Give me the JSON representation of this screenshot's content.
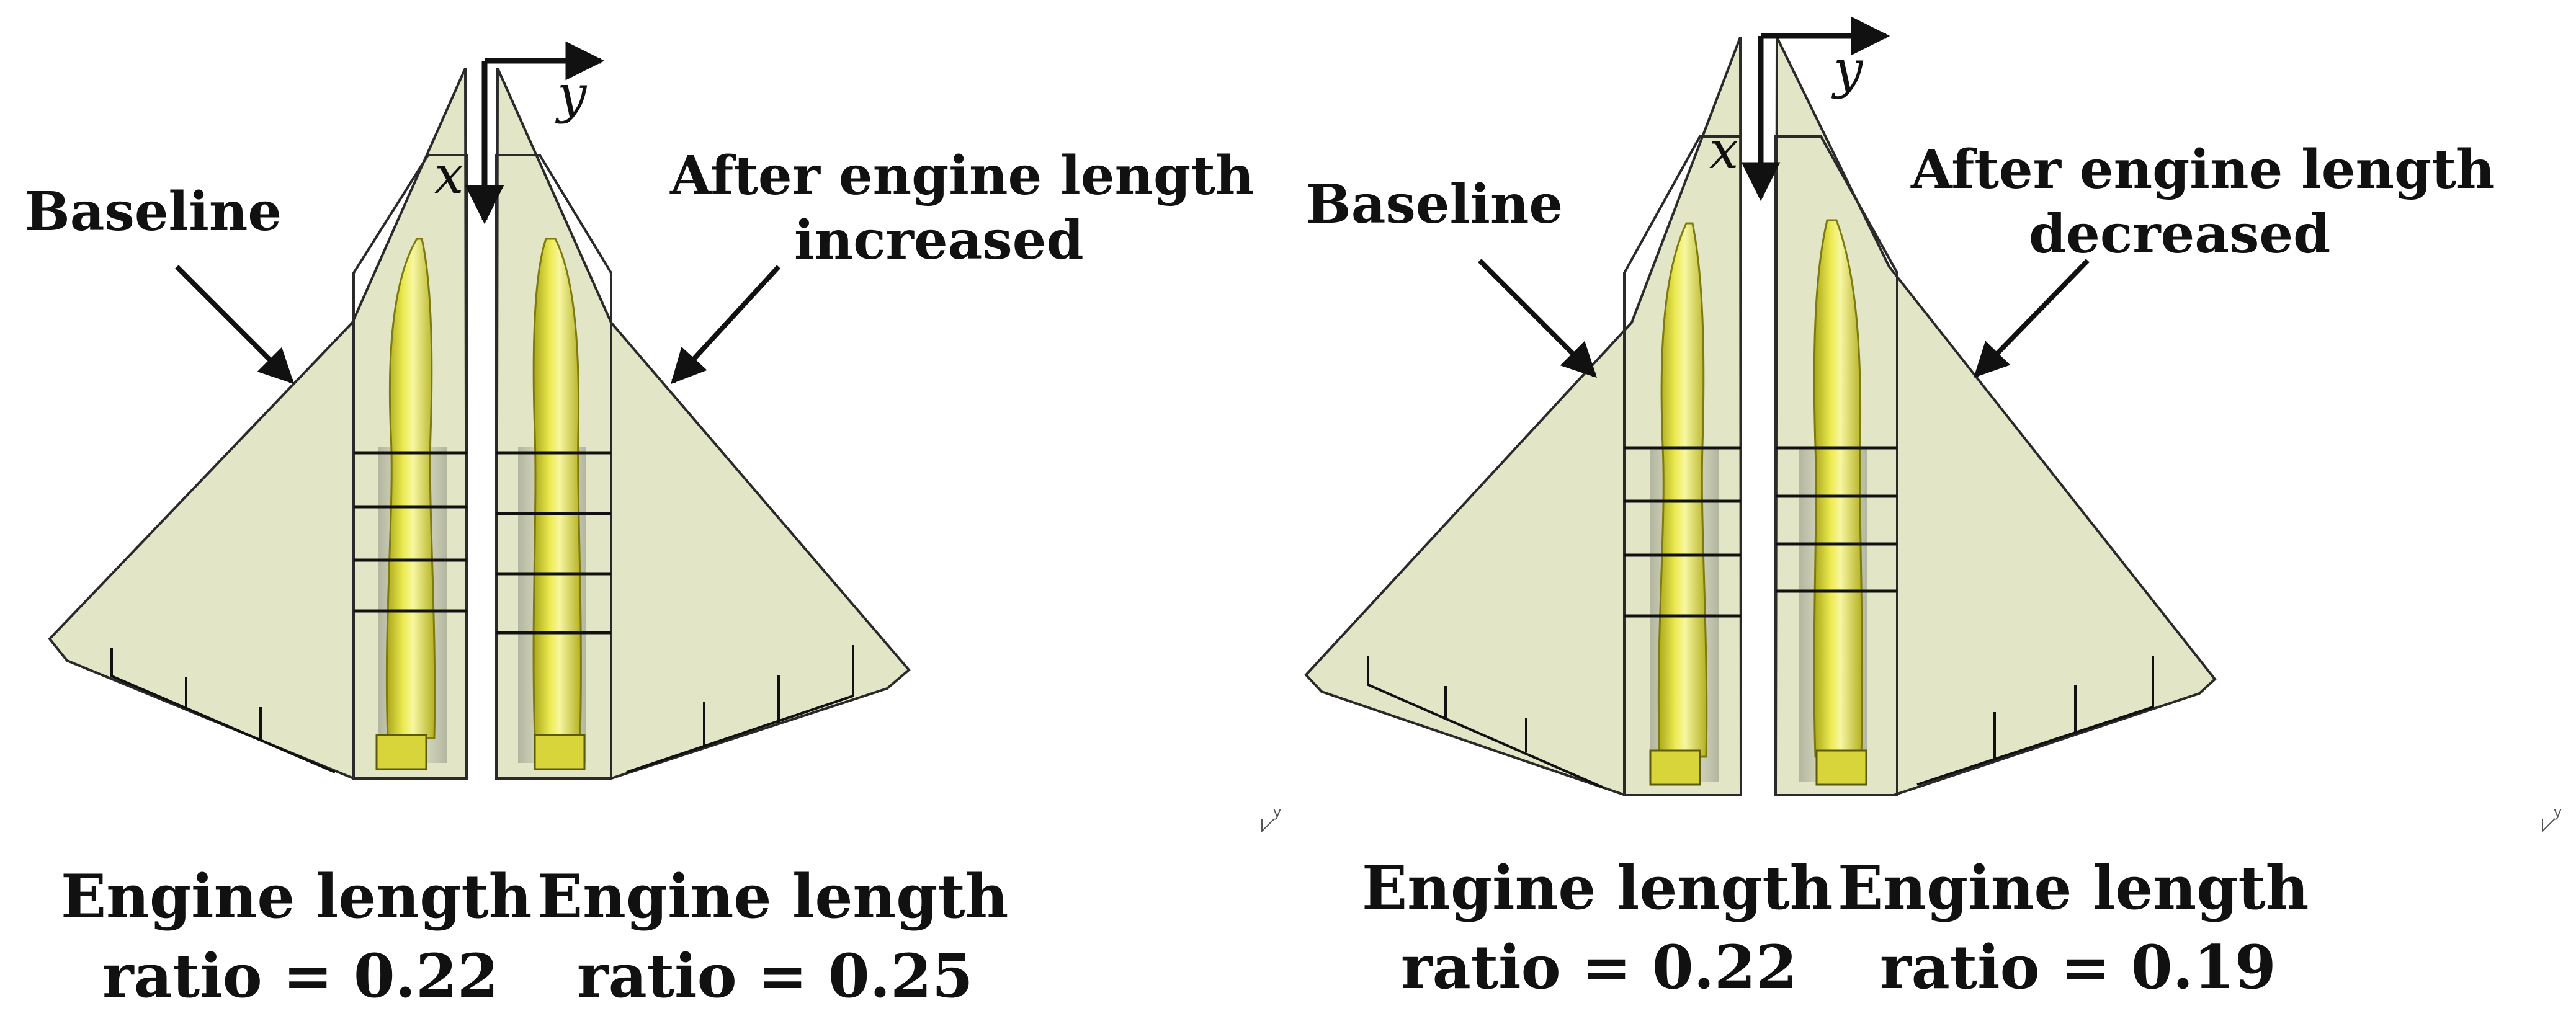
{
  "panels": [
    {
      "id": "increase",
      "left_label": "Baseline",
      "right_label_line1": "After engine length",
      "right_label_line2": "increased",
      "left_caption_line1": "Engine length",
      "left_caption_line2": "ratio = 0.22",
      "right_caption_line1": "Engine length",
      "right_caption_line2": "ratio = 0.25",
      "axis_x": "x",
      "axis_y": "y",
      "triad_y": "y"
    },
    {
      "id": "decrease",
      "left_label": "Baseline",
      "right_label_line1": "After engine length",
      "right_label_line2": "decreased",
      "left_caption_line1": "Engine length",
      "left_caption_line2": "ratio = 0.22",
      "right_caption_line1": "Engine length",
      "right_caption_line2": "ratio = 0.19",
      "axis_x": "x",
      "axis_y": "y",
      "triad_y": "y"
    }
  ],
  "colors": {
    "wing_fill": "#e3e6c6",
    "wing_stroke": "#2a2a2a",
    "engine_fill": "#e2e032",
    "engine_highlight": "#f6f59a",
    "engine_shadow": "#9b9a16",
    "arrow": "#111111"
  }
}
